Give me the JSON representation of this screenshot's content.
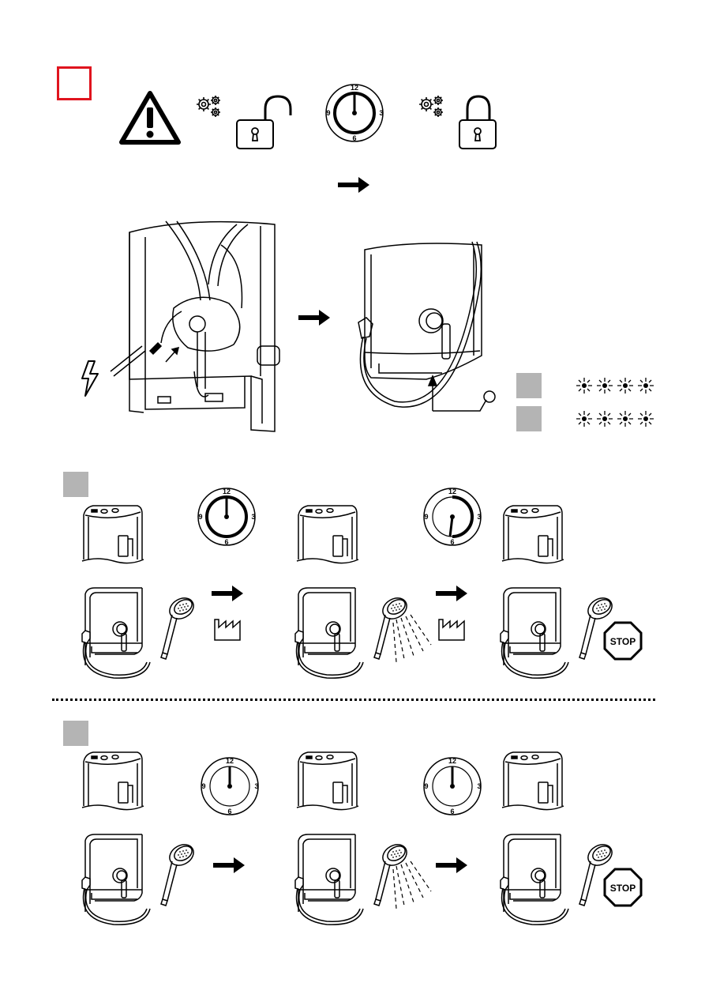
{
  "clock": {
    "n12": "12",
    "n3": "3",
    "n6": "6",
    "n9": "9"
  },
  "stop_label": "STOP",
  "colors": {
    "accent_red": "#e0141e",
    "step_grey": "#b4b4b4"
  },
  "icons": [
    "warning-icon",
    "gears-icon",
    "padlock-open-icon",
    "padlock-closed-icon",
    "clock-icon",
    "arrow-right-icon",
    "lightning-icon",
    "factory-icon",
    "shower-head-icon",
    "stop-sign-icon",
    "led-flash-icon"
  ]
}
